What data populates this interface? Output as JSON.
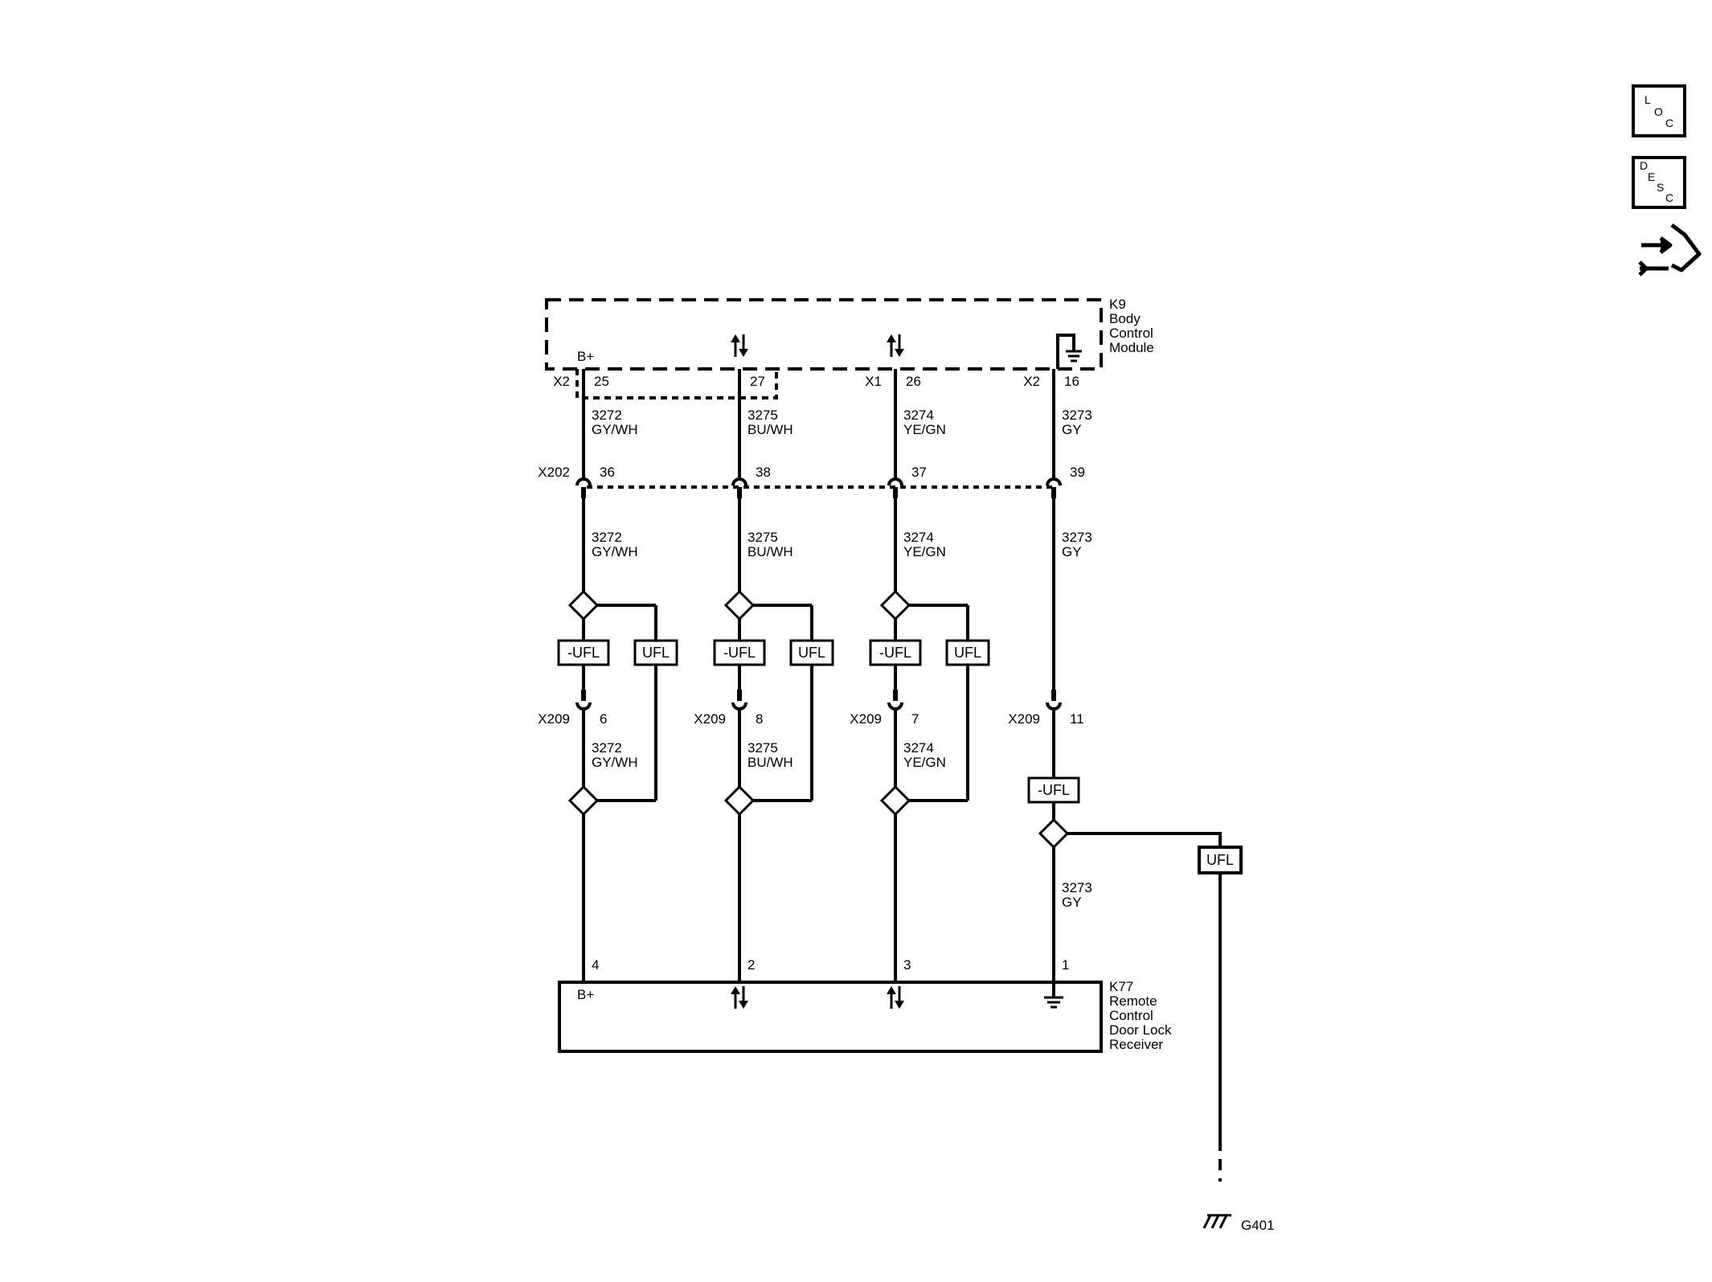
{
  "icons": {
    "loc": {
      "letters": [
        "L",
        "O",
        "C"
      ]
    },
    "desc": {
      "letters": [
        "D",
        "E",
        "S",
        "C"
      ]
    },
    "nav": "navigation-repair-icon"
  },
  "modules": {
    "bcm": {
      "ref": "K9",
      "lines": [
        "Body",
        "Control",
        "Module"
      ],
      "bplus": "B+"
    },
    "receiver": {
      "ref": "K77",
      "lines": [
        "Remote",
        "Control",
        "Door Lock",
        "Receiver"
      ],
      "bplus": "B+"
    }
  },
  "circuits": [
    {
      "bcm_conn": "X2",
      "bcm_pin": "25",
      "x202_pin": "36",
      "x209_pin": "6",
      "recv_pin": "4",
      "circuit": "3272",
      "color": "GY/WH"
    },
    {
      "bcm_conn": "",
      "bcm_pin": "27",
      "x202_pin": "38",
      "x209_pin": "8",
      "recv_pin": "2",
      "circuit": "3275",
      "color": "BU/WH"
    },
    {
      "bcm_conn": "X1",
      "bcm_pin": "26",
      "x202_pin": "37",
      "x209_pin": "7",
      "recv_pin": "3",
      "circuit": "3274",
      "color": "YE/GN"
    },
    {
      "bcm_conn": "X2",
      "bcm_pin": "16",
      "x202_pin": "39",
      "x209_pin": "11",
      "recv_pin": "1",
      "circuit": "3273",
      "color": "GY"
    }
  ],
  "connectors": {
    "x202": "X202",
    "x209": "X209"
  },
  "options": {
    "not_ufl": "-UFL",
    "ufl": "UFL"
  },
  "ground": {
    "ref": "G401"
  }
}
